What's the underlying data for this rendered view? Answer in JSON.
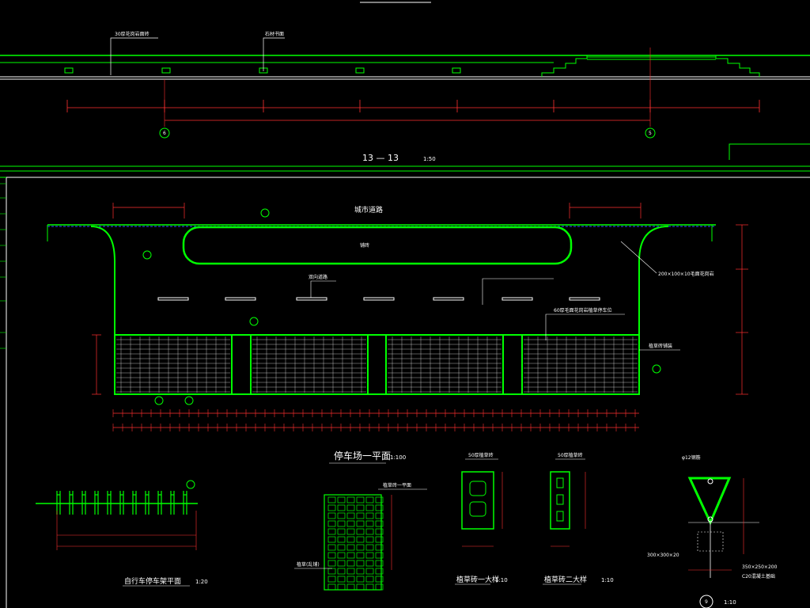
{
  "colors": {
    "background": "#000000",
    "green": "#00ff00",
    "red": "#ff3030",
    "white": "#ffffff",
    "blue": "#3050ff",
    "cyan": "#00ffff",
    "yellow": "#ffff00"
  },
  "top_section": {
    "note_left": "30厚花岗岩面砖",
    "note_mid": "石材书面",
    "section_title": "13 — 13",
    "section_scale": "1:50",
    "axis_a": "6",
    "axis_b": "5"
  },
  "plan": {
    "road_label": "城市道路",
    "title": "停车场一平面",
    "scale": "1:100",
    "note_right_1": "200×100×10毛面花岗岩",
    "note_right_2": "60厚毛面花岗岩植草停车位",
    "note_right_3": "植草砖铺装",
    "note_top_mid": "铺砖",
    "note_lane": "双向道路"
  },
  "details": {
    "bike_title": "自行车停车架平面",
    "bike_scale": "1:20",
    "strip_note_top": "植草砖一平面",
    "strip_note_side": "植草(乱铺)",
    "brick1_top": "50厚植草砖",
    "brick1_title": "植草砖一大样",
    "brick1_scale": "1:10",
    "brick2_top": "50厚植草砖",
    "brick2_title": "植草砖二大样",
    "brick2_scale": "1:10",
    "bollard_note_1": "φ12钢筋",
    "bollard_note_2": "C20混凝土基础",
    "bollard_note_3": "300×300×20",
    "bollard_note_4": "350×250×200",
    "bollard_ref": "9",
    "bollard_scale": "1:10"
  }
}
